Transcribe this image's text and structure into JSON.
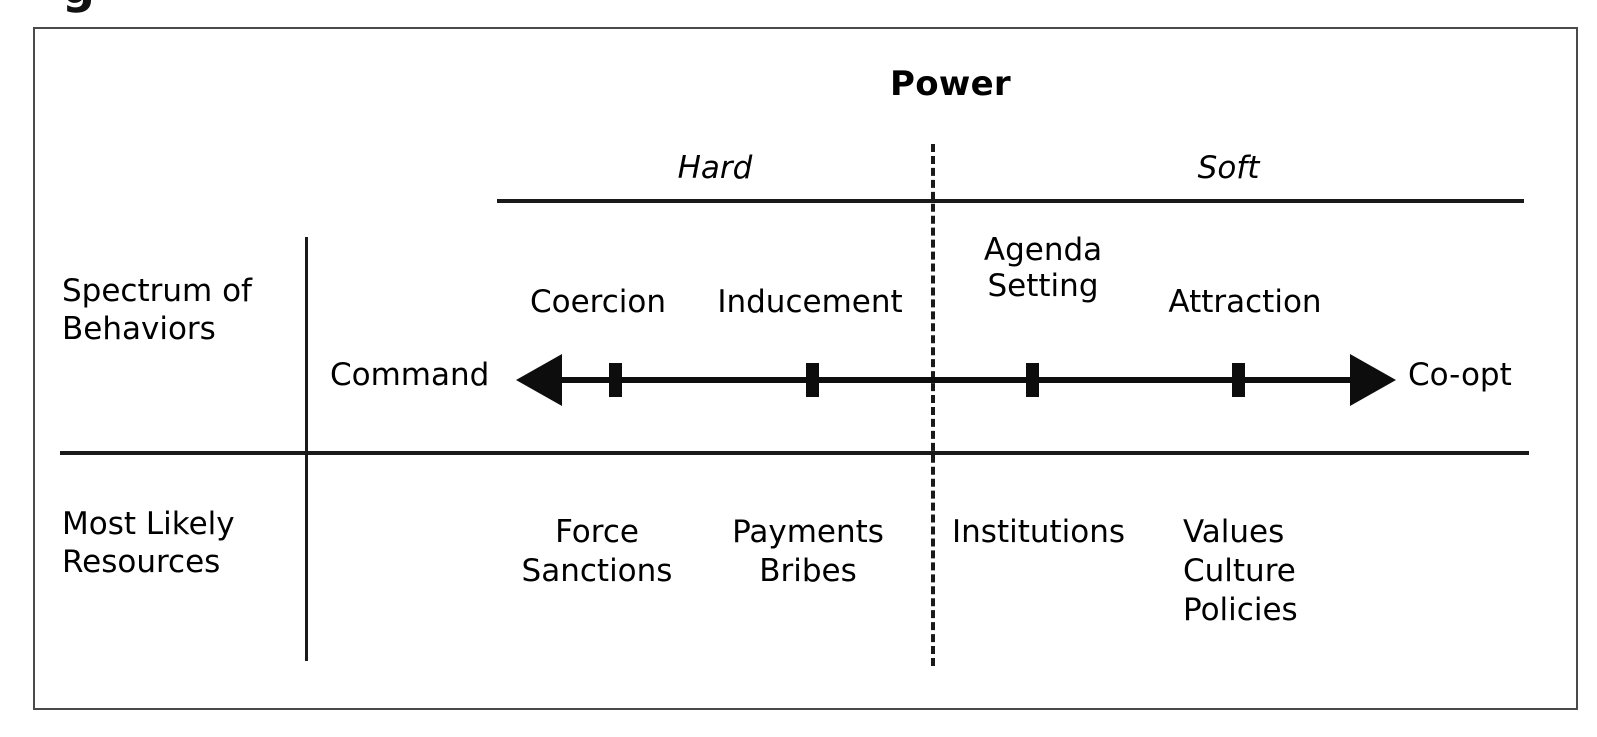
{
  "figure": {
    "title": "Power",
    "top_glyph_fragment": "g",
    "frame_color": "#4a4a4a",
    "ink_color": "#1a1a1a",
    "background": "#ffffff"
  },
  "power_axis_band": {
    "hard_label": "Hard",
    "soft_label": "Soft"
  },
  "rows": [
    {
      "id": "spectrum-of-behaviors",
      "label": "Spectrum of\nBehaviors",
      "cells": [
        {
          "id": "coercion",
          "label": "Coercion"
        },
        {
          "id": "inducement",
          "label": "Inducement"
        },
        {
          "id": "agenda-setting",
          "label": "Agenda\nSetting"
        },
        {
          "id": "attraction",
          "label": "Attraction"
        }
      ]
    },
    {
      "id": "most-likely-resources",
      "label": "Most Likely\nResources",
      "cells": [
        {
          "id": "force-sanctions",
          "label": "Force\nSanctions"
        },
        {
          "id": "payments-bribes",
          "label": "Payments\nBribes"
        },
        {
          "id": "institutions",
          "label": "Institutions"
        },
        {
          "id": "values-culture-policies",
          "label": "Values\nCulture\nPolicies"
        }
      ]
    }
  ],
  "axis": {
    "start_label": "Command",
    "end_label": "Co-opt",
    "tick_count": 4,
    "arrow_style": "double-headed"
  },
  "chart_data": {
    "type": "diagram",
    "title": "Power",
    "description": "Spectrum of power behaviors and most likely resources, from hard power (Command) to soft power (Co-opt)",
    "axis": {
      "label": "Spectrum of Behaviors",
      "from": "Command",
      "to": "Co-opt",
      "orientation": "horizontal",
      "double_headed": true
    },
    "bands": [
      {
        "name": "Hard",
        "span": "Coercion to Inducement"
      },
      {
        "name": "Soft",
        "span": "Agenda Setting to Attraction"
      }
    ],
    "categories": [
      "Coercion",
      "Inducement",
      "Agenda Setting",
      "Attraction"
    ],
    "series": [
      {
        "name": "Spectrum of Behaviors",
        "values": [
          "Coercion",
          "Inducement",
          "Agenda Setting",
          "Attraction"
        ]
      },
      {
        "name": "Most Likely Resources",
        "values": [
          "Force Sanctions",
          "Payments Bribes",
          "Institutions",
          "Values Culture Policies"
        ]
      }
    ],
    "annotations": [
      "Power",
      "Hard",
      "Soft",
      "Command",
      "Co-opt"
    ],
    "grid": false,
    "legend": "none"
  }
}
